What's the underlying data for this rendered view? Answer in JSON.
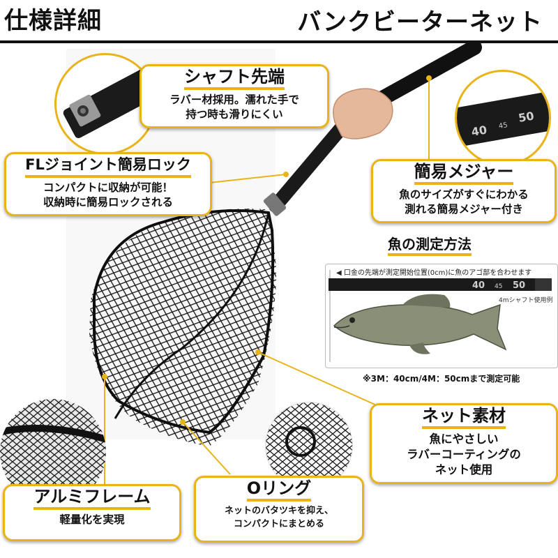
{
  "header": {
    "left_title": "仕様詳細",
    "right_title": "バンクビーターネット"
  },
  "callouts": {
    "shaft_tip": {
      "title": "シャフト先端",
      "body": [
        "ラバー材採用。濡れた手で",
        "持つ時も滑りにくい"
      ]
    },
    "fl_joint": {
      "title": "FLジョイント簡易ロック",
      "body": [
        "コンパクトに収納が可能！",
        "収納時に簡易ロックされる"
      ]
    },
    "measure": {
      "title": "簡易メジャー",
      "body": [
        "魚のサイズがすぐにわかる",
        "測れる簡易メジャー付き"
      ]
    },
    "net_material": {
      "title": "ネット素材",
      "body": [
        "魚にやさしい",
        "ラバーコーティングの",
        "ネット使用"
      ]
    },
    "aluminum_frame": {
      "title": "アルミフレーム",
      "body": [
        "軽量化を実現"
      ]
    },
    "o_ring": {
      "title": "Oリング",
      "body": [
        "ネットのバタツキを抑え、",
        "コンパクトにまとめる"
      ]
    }
  },
  "measurement": {
    "title": "魚の測定方法",
    "caption": "口金の先端が測定開始位置(0cm)に魚のアゴ部を合わせます",
    "scale_marks": [
      "40",
      "45",
      "50"
    ],
    "shaft_caption": "4mシャフト使用例",
    "note": "※3M：40cm/4M：50cmまで測定可能"
  },
  "colors": {
    "accent": "#e8b419",
    "text": "#111111"
  }
}
